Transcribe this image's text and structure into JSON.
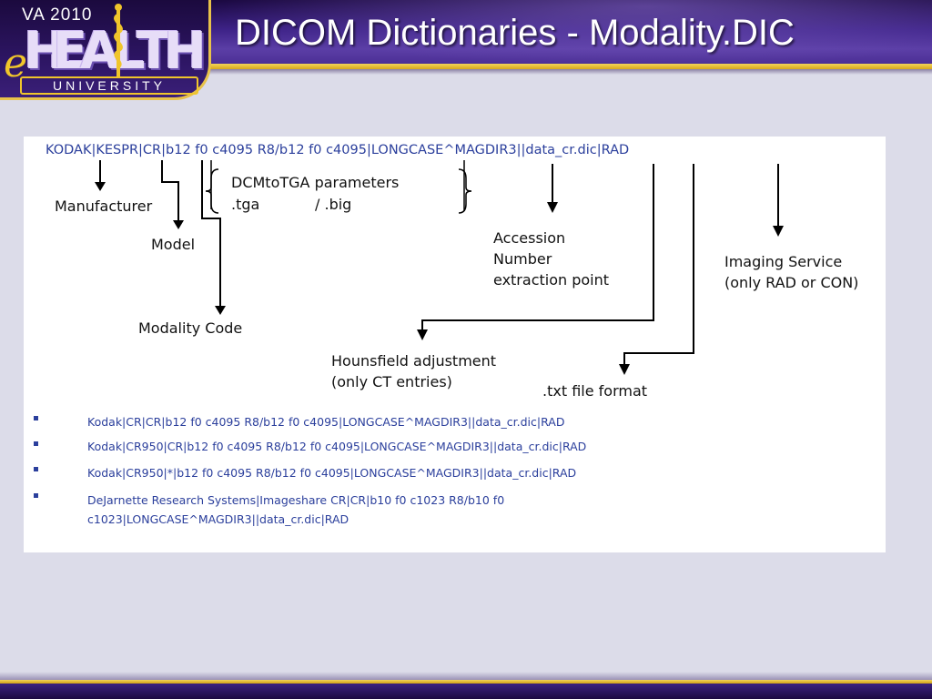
{
  "logo": {
    "year_label": "VA 2010",
    "e_letter": "e",
    "health_letters": [
      "H",
      "E",
      "A",
      "L",
      "T",
      "H"
    ],
    "university_label": "UNIVERSITY"
  },
  "slide": {
    "title": "DICOM Dictionaries - Modality.DIC"
  },
  "figure": {
    "code_line": "KODAK|KESPR|CR|b12 f0 c4095 R8/b12 f0 c4095|LONGCASE^MAGDIR3||data_cr.dic|RAD",
    "labels": {
      "manufacturer": "Manufacturer",
      "model": "Model",
      "modality_code": "Modality Code",
      "dcm_params_line1": "DCMtoTGA parameters",
      "dcm_params_tga": ".tga",
      "dcm_params_big": "/ .big",
      "accession_line1": "Accession",
      "accession_line2": "Number",
      "accession_line3": "extraction point",
      "imaging_line1": "Imaging Service",
      "imaging_line2": "(only RAD or CON)",
      "hounsfield_line1": "Hounsfield adjustment",
      "hounsfield_line2": "(only CT entries)",
      "txt_format": ".txt file format"
    },
    "examples": [
      "Kodak|CR|CR|b12 f0 c4095 R8/b12 f0 c4095|LONGCASE^MAGDIR3||data_cr.dic|RAD",
      "Kodak|CR950|CR|b12 f0 c4095 R8/b12 f0 c4095|LONGCASE^MAGDIR3||data_cr.dic|RAD",
      "Kodak|CR950|*|b12 f0 c4095 R8/b12 f0 c4095|LONGCASE^MAGDIR3||data_cr.dic|RAD",
      "DeJarnette Research Systems|Imageshare CR|CR|b10 f0 c1023 R8/b10 f0",
      "c1023|LONGCASE^MAGDIR3||data_cr.dic|RAD"
    ]
  },
  "colors": {
    "header": "#3d2287",
    "accent_gold": "#e8c24a",
    "code_blue": "#2b3f9c",
    "background": "#dcdce9"
  }
}
